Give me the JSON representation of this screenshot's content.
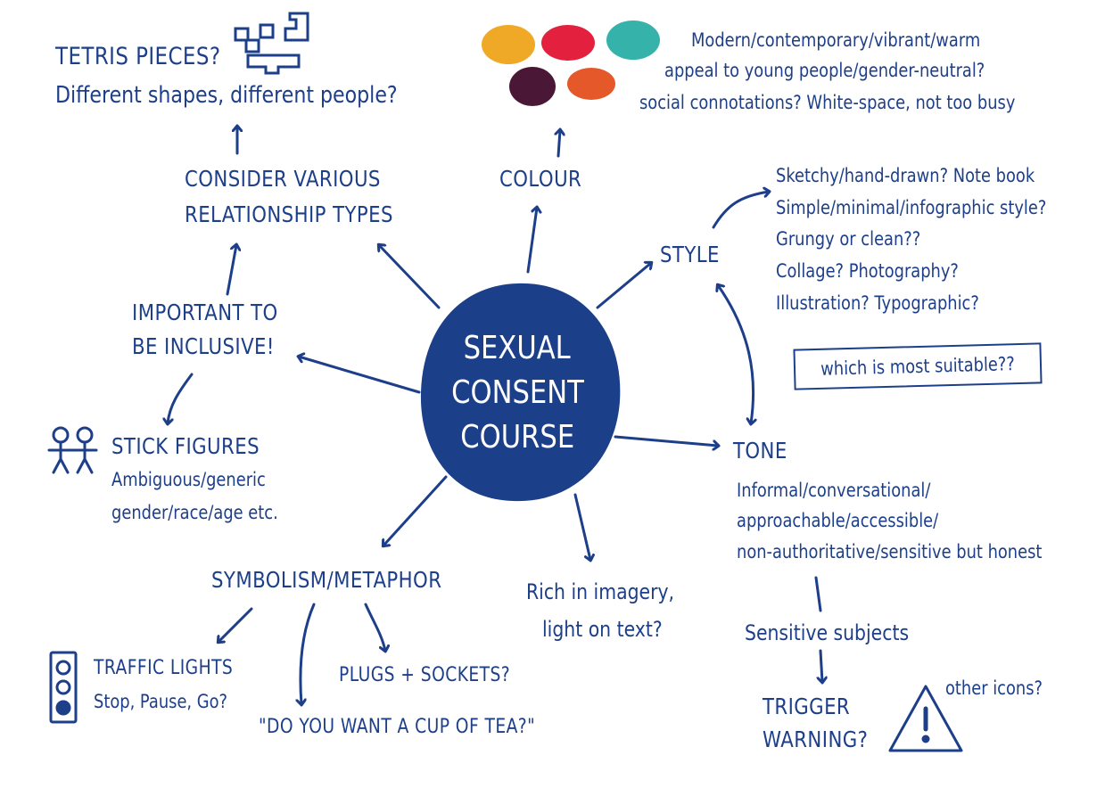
{
  "center": {
    "lines": [
      "SEXUAL",
      "CONSENT",
      "COURSE"
    ]
  },
  "tetris": {
    "title": "TETRIS PIECES?",
    "subtitle": "Different shapes, different people?"
  },
  "relationships": {
    "lines": [
      "CONSIDER VARIOUS",
      "RELATIONSHIP TYPES"
    ]
  },
  "inclusive": {
    "lines": [
      "IMPORTANT TO",
      "BE INCLUSIVE!"
    ]
  },
  "stick_figures": {
    "title": "STICK FIGURES",
    "lines": [
      "Ambiguous/generic",
      "gender/race/age etc."
    ]
  },
  "colour": {
    "title": "COLOUR",
    "swatches": [
      "#f0a926",
      "#e3203d",
      "#35b2aa",
      "#4a1736",
      "#e4582a"
    ],
    "notes": [
      "Modern/contemporary/vibrant/warm",
      "appeal to young people/gender-neutral?",
      "social connotations? White-space, not too busy"
    ]
  },
  "style": {
    "title": "STYLE",
    "notes": [
      "Sketchy/hand-drawn? Note book",
      "Simple/minimal/infographic style?",
      "Grungy or clean??",
      "Collage? Photography?",
      "Illustration? Typographic?"
    ],
    "question": "which is most suitable??"
  },
  "tone": {
    "title": "TONE",
    "notes": [
      "Informal/conversational/",
      "approachable/accessible/",
      "non-authoritative/sensitive but honest"
    ],
    "sensitive": "Sensitive subjects",
    "trigger": [
      "TRIGGER",
      "WARNING?"
    ],
    "other_icons": "other icons?"
  },
  "imagery": {
    "lines": [
      "Rich in imagery,",
      "light on text?"
    ]
  },
  "symbolism": {
    "title": "SYMBOLISM/METAPHOR",
    "traffic": {
      "title": "TRAFFIC LIGHTS",
      "sub": "Stop, Pause, Go?"
    },
    "plugs": "PLUGS + SOCKETS?",
    "tea": "\"DO YOU WANT A CUP OF TEA?\""
  },
  "colors": {
    "ink": "#1d3f8a",
    "blob": "#1b3f88"
  }
}
